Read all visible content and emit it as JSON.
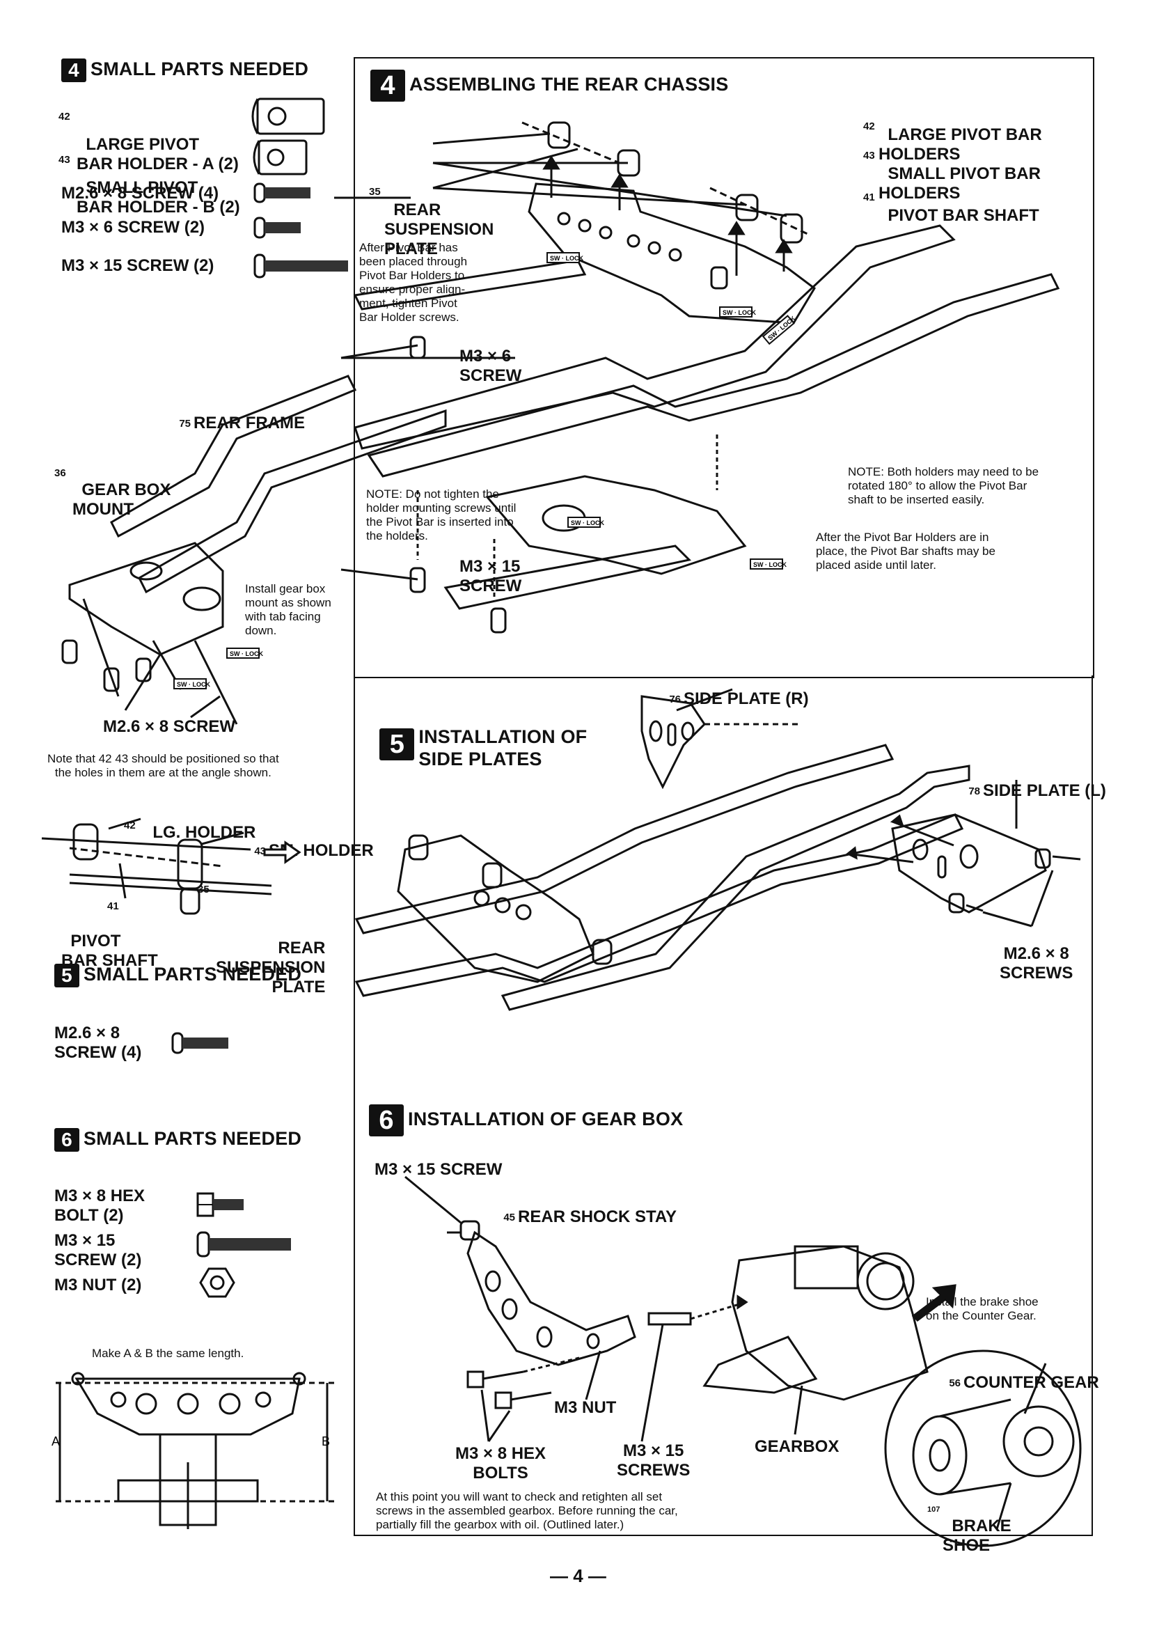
{
  "step4_parts": {
    "badge": "4",
    "title": "SMALL PARTS NEEDED",
    "items": [
      {
        "num": "42",
        "label": "LARGE PIVOT\nBAR HOLDER - A (2)"
      },
      {
        "num": "43",
        "label": "SMALL PIVOT\nBAR HOLDER - B (2)"
      },
      {
        "num": "",
        "label": "M2.6 × 8 SCREW (4)"
      },
      {
        "num": "",
        "label": "M3 × 6 SCREW (2)"
      },
      {
        "num": "",
        "label": "M3 × 15 SCREW (2)"
      }
    ]
  },
  "step4_main": {
    "badge": "4",
    "title": "ASSEMBLING THE REAR CHASSIS",
    "labels": {
      "large_pivot": "LARGE PIVOT BAR\nHOLDERS",
      "large_pivot_num": "42",
      "small_pivot": "SMALL PIVOT BAR\nHOLDERS",
      "small_pivot_num": "43",
      "pivot_shaft": "PIVOT BAR SHAFT",
      "pivot_shaft_num": "41",
      "rear_susp": "REAR\nSUSPENSION\nPLATE",
      "rear_susp_num": "35",
      "m3x6": "M3 × 6\nSCREW",
      "m3x15": "M3 × 15\nSCREW",
      "rear_frame": "REAR FRAME",
      "rear_frame_num": "75",
      "gearbox_mount": "GEAR BOX\nMOUNT",
      "gearbox_mount_num": "36",
      "m26x8": "M2.6 × 8 SCREW"
    },
    "note_after_pivot": "After Pivot Bar has\nbeen placed through\nPivot Bar Holders to\nensure proper align-\nment, tighten Pivot\nBar Holder screws.",
    "note_do_not": "NOTE: Do not tighten the\nholder mounting screws until\nthe Pivot Bar is inserted into\nthe holders.",
    "note_both": "NOTE: Both holders may need to be\nrotated 180° to allow the Pivot Bar\nshaft to be inserted easily.",
    "note_after_holders": "After the Pivot Bar Holders are in\nplace, the Pivot Bar shafts may be\nplaced aside until later.",
    "note_install_gb": "Install gear box\nmount as shown\nwith tab facing\ndown.",
    "sw_lock": "SW · LOCK"
  },
  "pivot_note": {
    "text": "Note that 42 43 should be positioned so that\nthe holes in them are at the angle shown.",
    "lg_holder": "LG. HOLDER",
    "lg_num": "42",
    "sm_holder": "SM. HOLDER",
    "sm_num": "43",
    "pivot_bar_shaft": "PIVOT\nBAR SHAFT",
    "pivot_num": "41",
    "rear_susp": "REAR\nSUSPENSION\nPLATE",
    "rear_susp_num": "35"
  },
  "step5_parts": {
    "badge": "5",
    "title": "SMALL PARTS NEEDED",
    "item": "M2.6 × 8\nSCREW (4)"
  },
  "step5_main": {
    "badge": "5",
    "title": "INSTALLATION OF\nSIDE PLATES",
    "side_r": "SIDE PLATE (R)",
    "side_r_num": "76",
    "side_l": "SIDE PLATE (L)",
    "side_l_num": "78",
    "screws": "M2.6 × 8\nSCREWS"
  },
  "step6_parts": {
    "badge": "6",
    "title": "SMALL PARTS NEEDED",
    "items": [
      "M3 × 8 HEX\nBOLT (2)",
      "M3 × 15\nSCREW (2)",
      "M3 NUT (2)"
    ],
    "same_length": "Make A & B the same length.",
    "mark_a": "A",
    "mark_b": "B"
  },
  "step6_main": {
    "badge": "6",
    "title": "INSTALLATION OF GEAR BOX",
    "m3x15_screw": "M3 × 15 SCREW",
    "rear_shock": "REAR SHOCK STAY",
    "rear_shock_num": "45",
    "m3_nut": "M3 NUT",
    "hex_bolts": "M3 × 8 HEX\nBOLTS",
    "m3x15_screws": "M3 × 15\nSCREWS",
    "gearbox": "GEARBOX",
    "install_brake": "Install the brake shoe\non the Counter Gear.",
    "counter_gear": "COUNTER GEAR",
    "counter_num": "56",
    "brake_shoe": "BRAKE\nSHOE",
    "brake_num": "107",
    "check_note": "At this point you will want to check and retighten all set\nscrews in the assembled gearbox. Before running the car,\npartially fill the gearbox with oil. (Outlined later.)"
  },
  "page_number": "— 4 —"
}
